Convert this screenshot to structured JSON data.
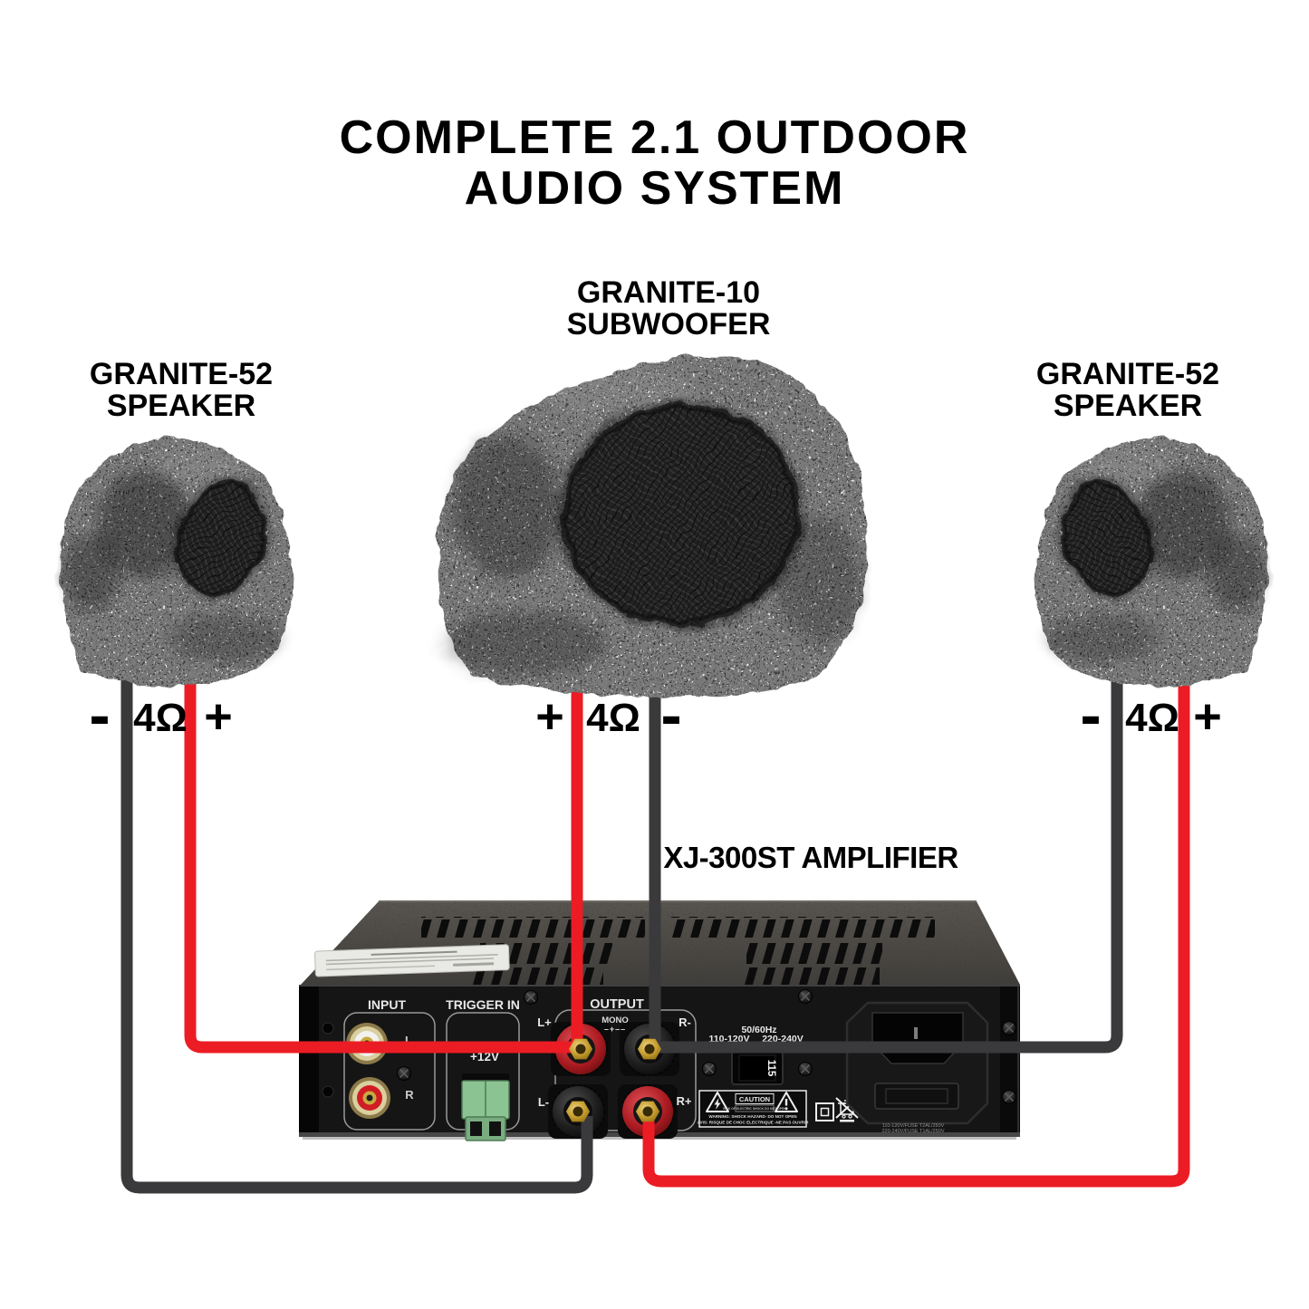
{
  "title": {
    "line1": "COMPLETE 2.1 OUTDOOR",
    "line2": "AUDIO SYSTEM"
  },
  "products": {
    "subwoofer": {
      "name": "GRANITE-10",
      "type": "SUBWOOFER"
    },
    "left_speaker": {
      "name": "GRANITE-52",
      "type": "SPEAKER"
    },
    "right_speaker": {
      "name": "GRANITE-52",
      "type": "SPEAKER"
    },
    "amplifier": {
      "name": "XJ-300ST AMPLIFIER"
    }
  },
  "connections": {
    "left": {
      "neg": "-",
      "impedance": "4Ω",
      "pos": "+"
    },
    "sub": {
      "pos": "+",
      "impedance": "4Ω",
      "neg": "-"
    },
    "right": {
      "neg": "-",
      "impedance": "4Ω",
      "pos": "+"
    }
  },
  "amp_panel": {
    "input": {
      "label": "INPUT",
      "left": "L",
      "right": "R"
    },
    "trigger": {
      "label": "TRIGGER IN",
      "value": "+12V"
    },
    "output": {
      "label": "OUTPUT",
      "mono": "MONO",
      "bridge": "–+––",
      "post_lplus": "L+",
      "post_rminus": "R-",
      "post_lminus": "L-",
      "post_rplus": "R+"
    },
    "power": {
      "freq": "50/60Hz",
      "range1": "110-120V",
      "range2": "220-240V",
      "selector": "115",
      "fuse1": "110-120V/FUSE T2AL/250V",
      "fuse2": "220-240V/FUSE T1AL/250V"
    },
    "caution": {
      "title": "CAUTION",
      "subtitle": "RISK OF ELECTRIC SHOCK DO NOT OPEN",
      "line1": "WARNING: SHOCK HAZARD- DO NOT OPEN",
      "line2": "AVIS: RISQUE DE CHOC ELECTRIQUE -NE PAS OUVRIR"
    }
  },
  "icons": {
    "lightning_triangle": "shock-hazard-icon",
    "exclamation_triangle": "general-warning-icon",
    "class2_square": "class-ii-insulation-icon",
    "weee_bin": "weee-crossed-bin-icon"
  },
  "colors": {
    "wire_positive": "#ec1c24",
    "wire_negative": "#3a3a3c",
    "post_red": "#b92025",
    "post_black": "#202020",
    "phoenix_green": "#8bc492",
    "rock_gray": "#777777",
    "amp_panel": "#151515",
    "amp_top": "#4b4845"
  }
}
